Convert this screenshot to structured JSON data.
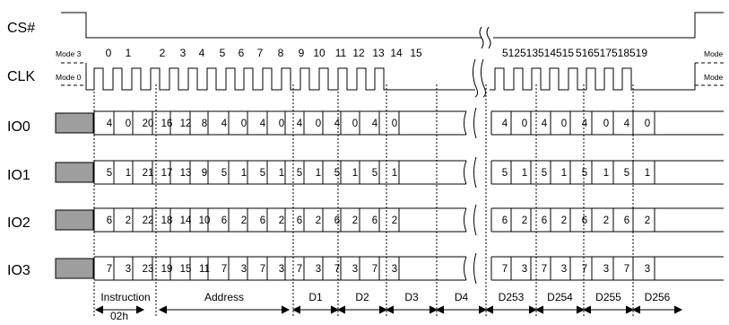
{
  "signals": {
    "cs": "CS#",
    "clk": "CLK",
    "io": [
      "IO0",
      "IO1",
      "IO2",
      "IO3"
    ]
  },
  "modes": {
    "left_top": "Mode 3",
    "left_bottom": "Mode 0",
    "right_top": "Mode",
    "right_bottom": "Mode"
  },
  "clock_numbers": [
    "0",
    "1",
    "2",
    "3",
    "4",
    "5",
    "6",
    "7",
    "8",
    "9",
    "10",
    "11",
    "12",
    "13",
    "14",
    "15",
    "512",
    "513",
    "514",
    "515",
    "516",
    "517",
    "518",
    "519"
  ],
  "io_values": [
    [
      "4",
      "0",
      "20",
      "16",
      "12",
      "8",
      "4",
      "0",
      "4",
      "0",
      "4",
      "0",
      "4",
      "0",
      "4",
      "0",
      "4",
      "0",
      "4",
      "0",
      "4",
      "0",
      "4",
      "0"
    ],
    [
      "5",
      "1",
      "21",
      "17",
      "13",
      "9",
      "5",
      "1",
      "5",
      "1",
      "5",
      "1",
      "5",
      "1",
      "5",
      "1",
      "5",
      "1",
      "5",
      "1",
      "5",
      "1",
      "5",
      "1"
    ],
    [
      "6",
      "2",
      "22",
      "18",
      "14",
      "10",
      "6",
      "2",
      "6",
      "2",
      "6",
      "2",
      "6",
      "2",
      "6",
      "2",
      "6",
      "2",
      "6",
      "2",
      "6",
      "2",
      "6",
      "2"
    ],
    [
      "7",
      "3",
      "23",
      "19",
      "15",
      "11",
      "7",
      "3",
      "7",
      "3",
      "7",
      "3",
      "7",
      "3",
      "7",
      "3",
      "7",
      "3",
      "7",
      "3",
      "7",
      "3",
      "7",
      "3"
    ]
  ],
  "phases": {
    "instruction": "Instruction",
    "instruction_code": "02h",
    "address": "Address",
    "data": [
      "D1",
      "D2",
      "D3",
      "D4",
      "D253",
      "D254",
      "D255",
      "D256"
    ]
  }
}
